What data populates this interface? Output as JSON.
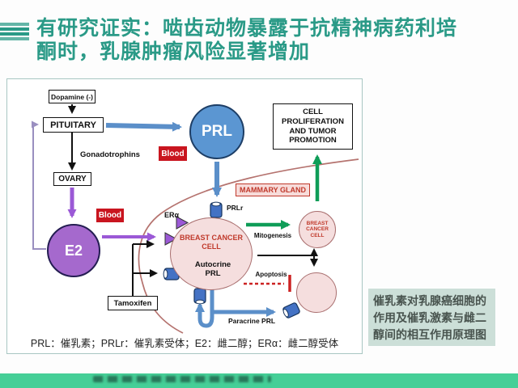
{
  "title": {
    "line1": "有研究证实：啮齿动物暴露于抗精神病药利培",
    "line2": "酮时，乳腺肿瘤风险显著增加"
  },
  "diagram": {
    "dopamine": "Dopamine (-)",
    "pituitary": "PITUITARY",
    "gonadotrophins": "Gonadotrophins",
    "ovary": "OVARY",
    "e2": "E2",
    "prl": "PRL",
    "blood_top": "Blood",
    "blood_left": "Blood",
    "mammary_gland": "MAMMARY GLAND",
    "cell_proliferation": "CELL PROLIFERATION AND TUMOR PROMOTION",
    "era": "ERα",
    "prlr": "PRLr",
    "breast_cancer_cell": "BREAST CANCER CELL",
    "autocrine_prl": "Autocrine PRL",
    "mitogenesis": "Mitogenesis",
    "apoptosis": "Apoptosis",
    "paracrine_prl": "Paracrine PRL",
    "breast_cancer_cell_small": "BREAST CANCER CELL",
    "tamoxifen": "Tamoxifen",
    "legend": "PRL：催乳素；PRLr：催乳素受体；E2：雌二醇；ERα：雌二醇受体"
  },
  "caption": {
    "lines": [
      "催乳素对乳腺癌细胞的",
      "作用及催乳激素与雌二",
      "醇间的相互作用原理图"
    ]
  },
  "colors": {
    "teal": "#2a9a87",
    "teal-light": "#63b5a7",
    "footer-green": "#45cf97",
    "blue": "#5b96d2",
    "blue-arrow": "#5b8fc9",
    "blue-light": "#7ba3dc",
    "purple": "#a569cd",
    "purple-arrow": "#9b59d6",
    "lavender": "#9a8fc0",
    "red": "#c9151f",
    "cellred": "#c0392b",
    "green": "#0f9d58",
    "pink": "#f5dede",
    "pink-border": "#a96f6f",
    "receptor-blue": "#4472c4",
    "caption-bg": "#ccdfd8"
  }
}
